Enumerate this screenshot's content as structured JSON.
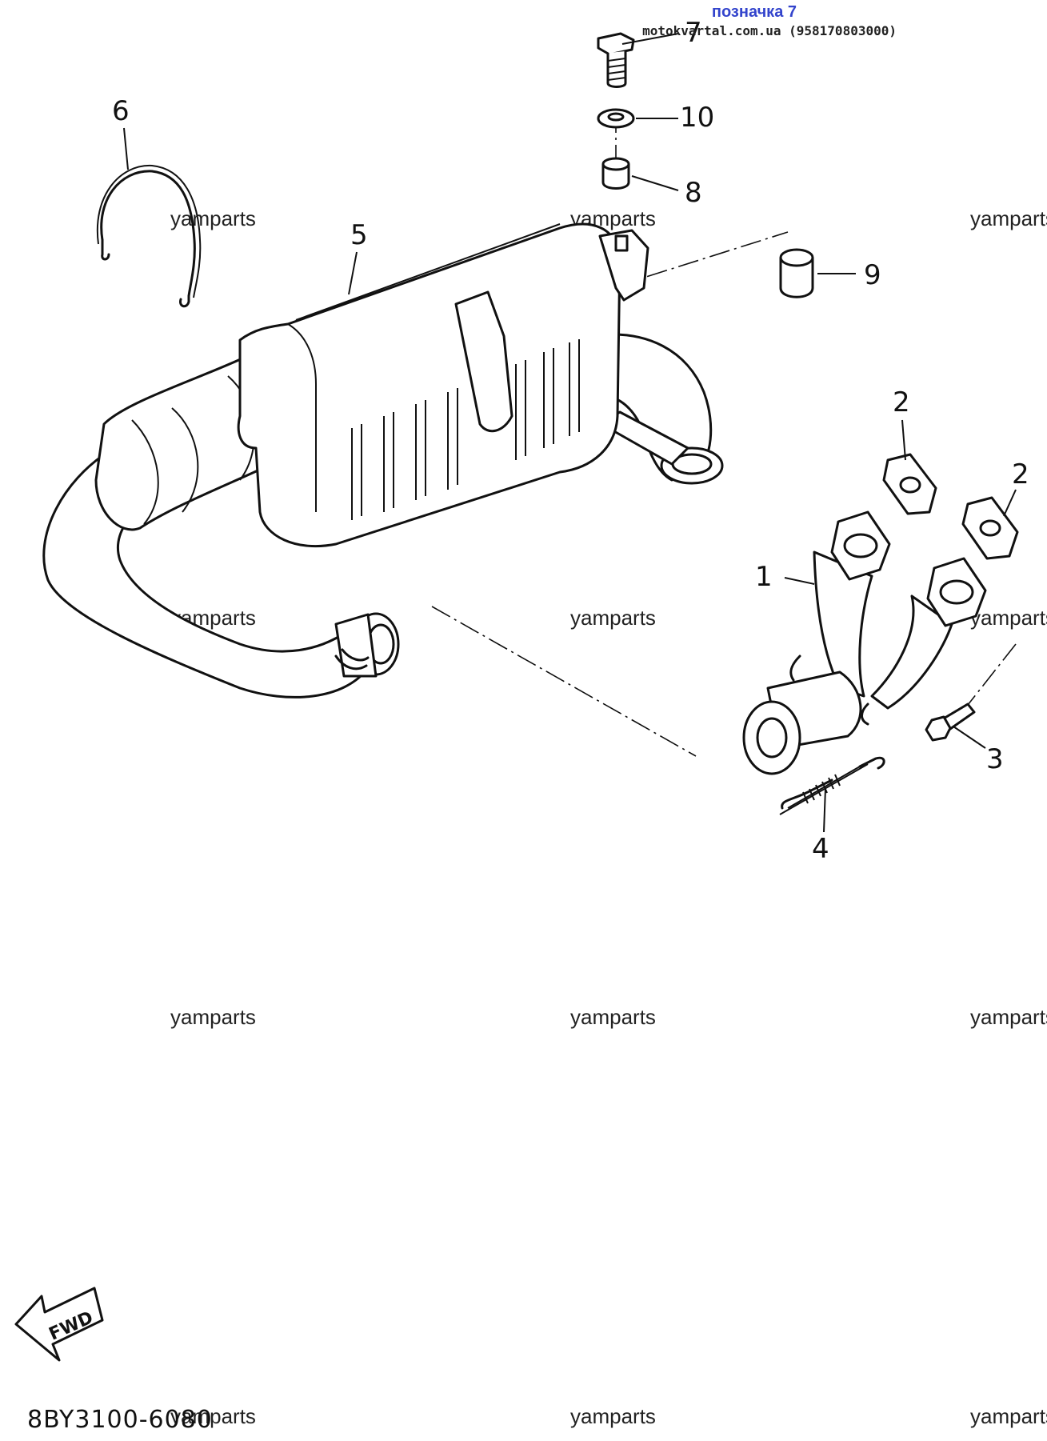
{
  "header": {
    "label": "позначка 7",
    "site": "motokvartal.com.ua (958170803000)"
  },
  "diagram_code": "8BY3100-6080",
  "fwd_label": "FWD",
  "watermark": "yamparts",
  "callouts": {
    "c1": "1",
    "c2a": "2",
    "c2b": "2",
    "c3": "3",
    "c4": "4",
    "c5": "5",
    "c6": "6",
    "c7": "7",
    "c8": "8",
    "c9": "9",
    "c10": "10"
  }
}
